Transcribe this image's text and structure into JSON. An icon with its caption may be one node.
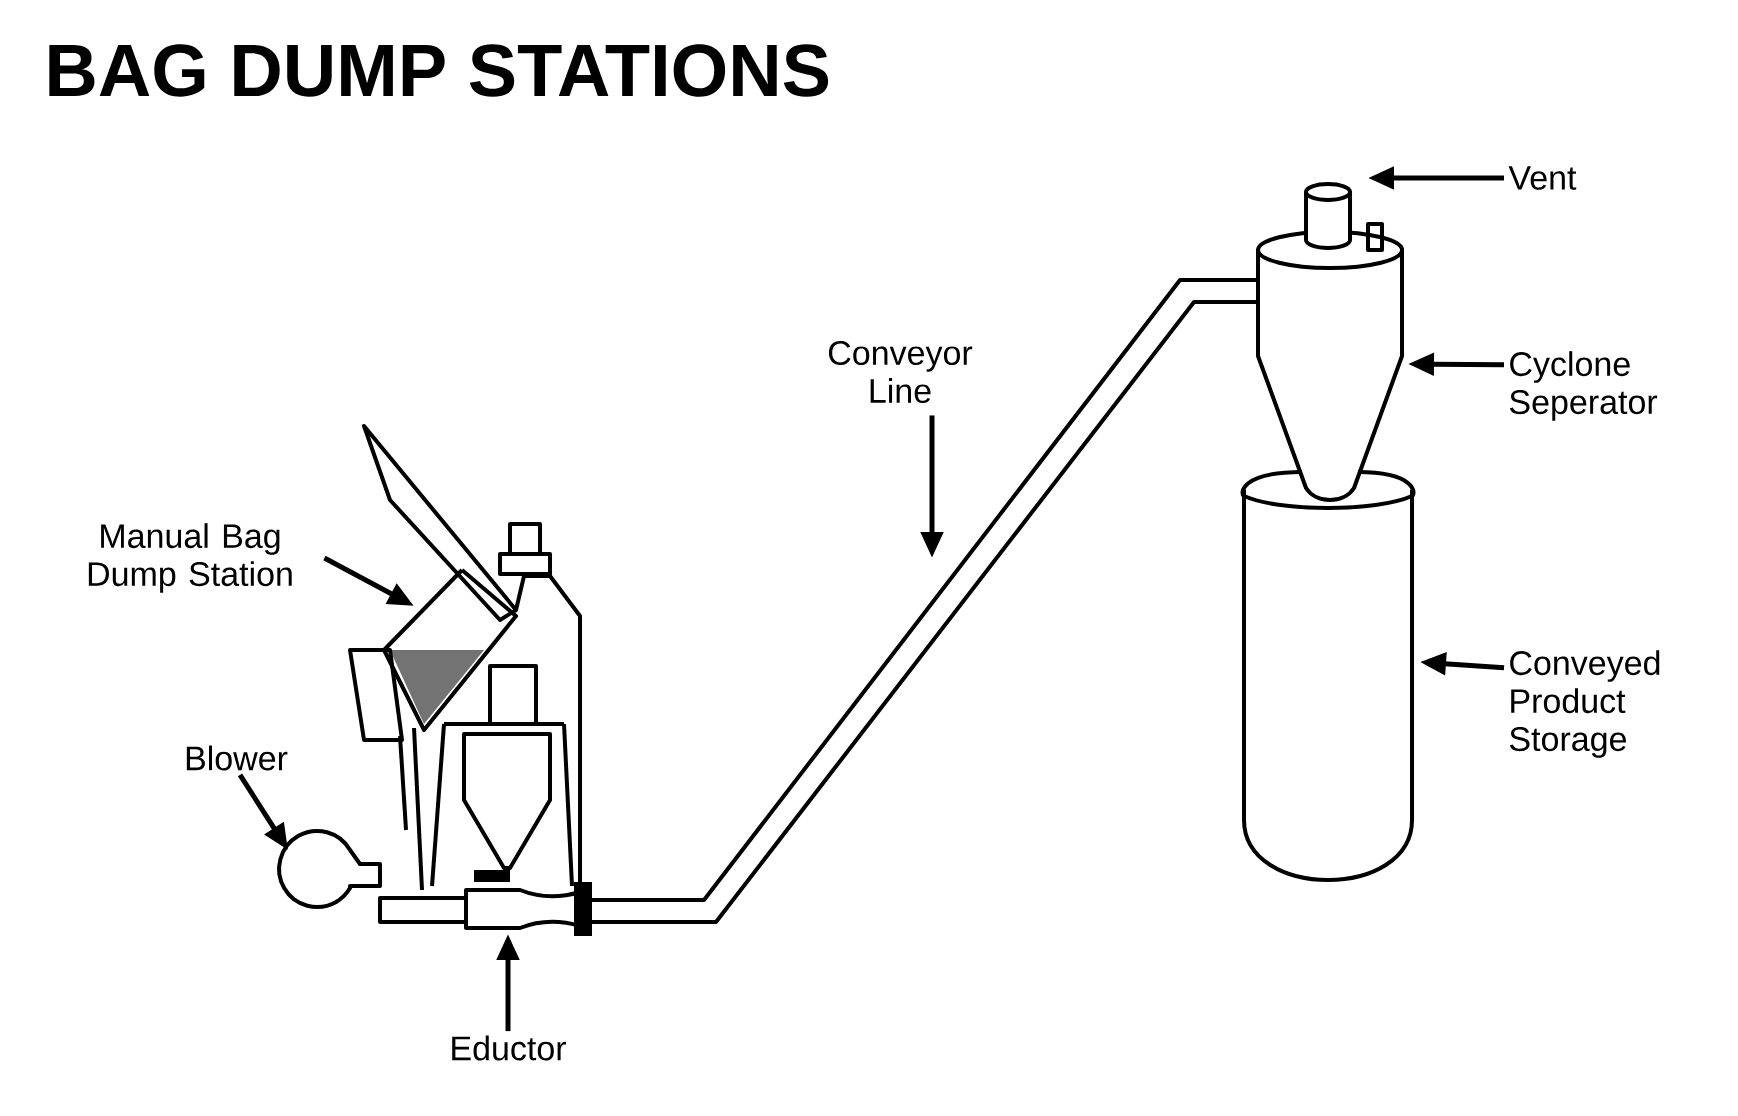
{
  "diagram": {
    "title": "BAG DUMP STATIONS",
    "nodes": [
      {
        "text": [
          "Manual Bag Dump Station"
        ]
      },
      {
        "text": [
          "Blower"
        ]
      },
      {
        "text": [
          "Eductor"
        ]
      },
      {
        "text": [
          "Conveyor Line"
        ]
      },
      {
        "text": [
          "Vent"
        ]
      },
      {
        "text": [
          "Cyclone Seperator"
        ]
      },
      {
        "text": [
          "Conveyed Product Storage"
        ]
      }
    ],
    "edges": [
      {
        "from": 0,
        "to": null,
        "arrow": "to"
      },
      {
        "from": 1,
        "to": null,
        "arrow": "to"
      },
      {
        "from": 2,
        "to": null,
        "arrow": "to"
      },
      {
        "from": 3,
        "to": null,
        "arrow": "to"
      },
      {
        "from": 4,
        "to": null,
        "arrow": "to"
      },
      {
        "from": 5,
        "to": null,
        "arrow": "to"
      },
      {
        "from": 6,
        "to": null,
        "arrow": "to"
      }
    ]
  }
}
